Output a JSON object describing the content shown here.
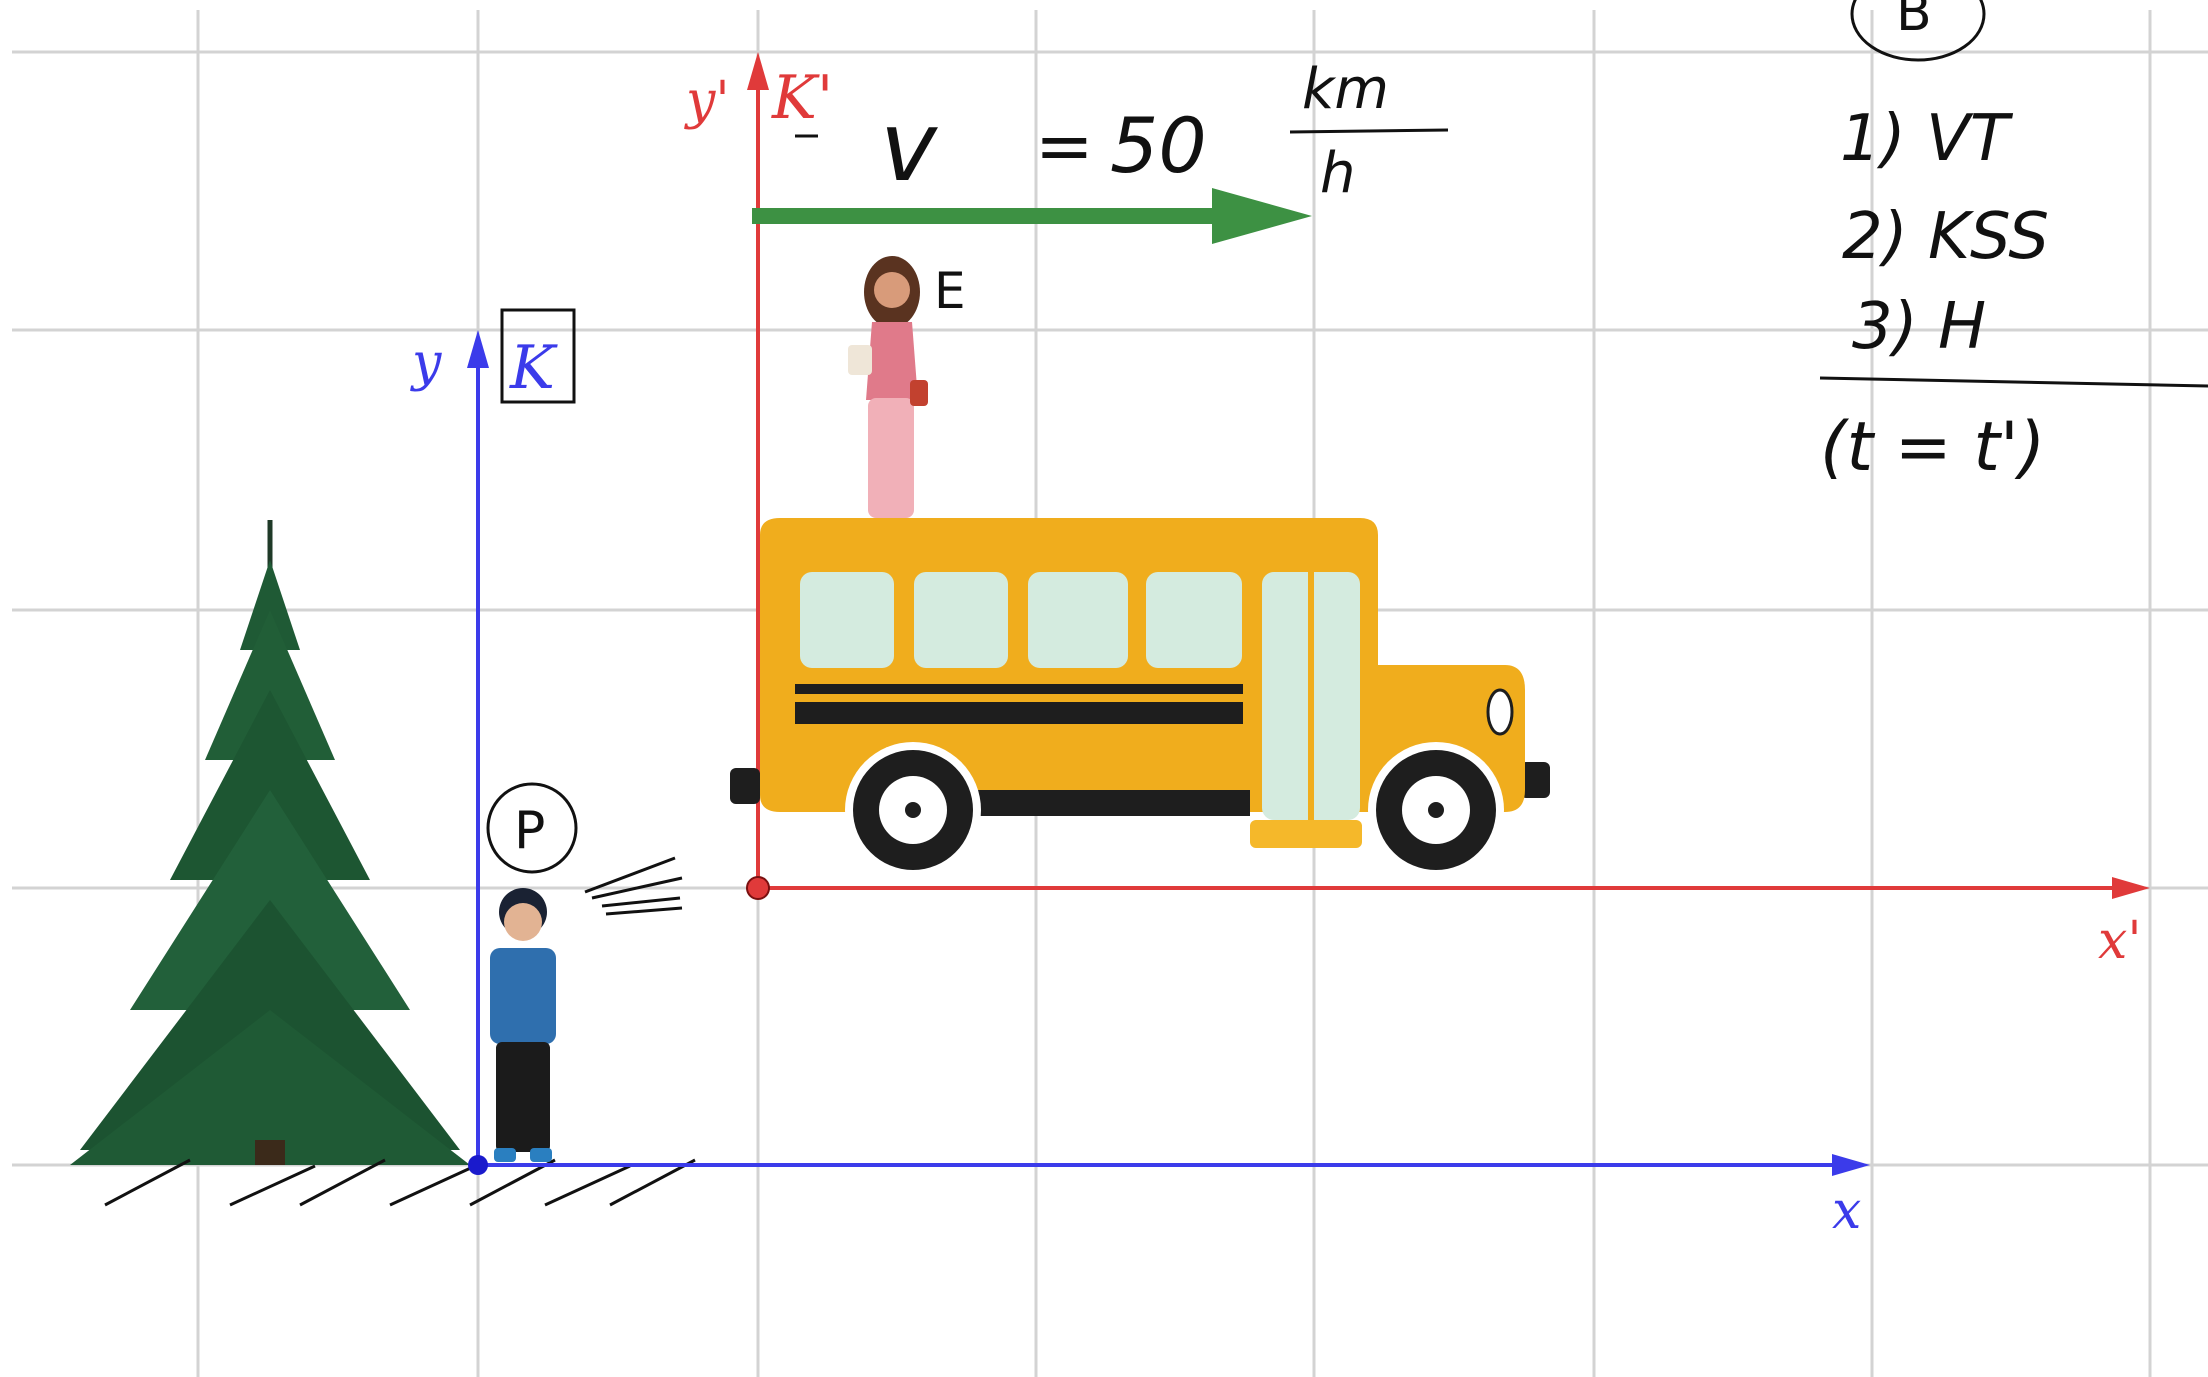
{
  "frame_k": {
    "name": "K",
    "x_axis_label": "x",
    "y_axis_label": "y",
    "color": "#3b3bea"
  },
  "frame_k_prime": {
    "name": "K'",
    "x_axis_label": "x'",
    "y_axis_label": "y'",
    "color": "#e03a3a"
  },
  "velocity": {
    "symbol": "v",
    "equals": "=",
    "value": "50",
    "unit_numerator": "km",
    "unit_denominator": "h",
    "arrow_color": "#3d9143"
  },
  "observers": {
    "on_bus_label": "E",
    "on_ground_label": "P"
  },
  "notes": {
    "header_mark": "B",
    "items": [
      "1) VT",
      "2) KSS",
      "3) H"
    ],
    "conclusion": "(t = t')"
  },
  "colors": {
    "grid": "#d3d3d3",
    "bus_body": "#f0ad1d",
    "bus_window": "#d4ebdf",
    "tree": "#1f5a35",
    "ink": "#111111"
  }
}
